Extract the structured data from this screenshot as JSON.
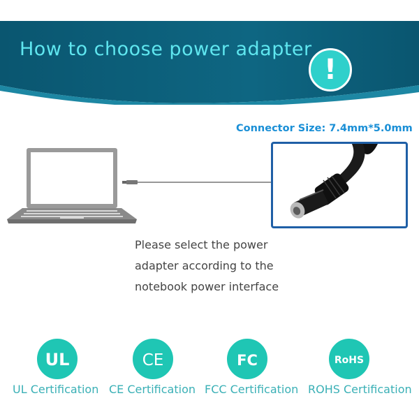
{
  "header": {
    "title": "How to choose power adapter",
    "warning_glyph": "!",
    "colors": {
      "banner_dark": "#0b5c73",
      "banner_light": "#1f8ba6",
      "title": "#5fe6ef",
      "accent": "#2fd0cb"
    }
  },
  "connector": {
    "label": "Connector Size: 7.4mm*5.0mm",
    "color": "#1a8fd6"
  },
  "description": {
    "lines": [
      "Please select the power",
      "adapter according to the",
      "notebook power interface"
    ]
  },
  "certifications": [
    {
      "icon": "ul-logo-icon",
      "mark": "UL",
      "label": "UL Certification"
    },
    {
      "icon": "ce-logo-icon",
      "mark": "CE",
      "label": "CE Certification"
    },
    {
      "icon": "fcc-logo-icon",
      "mark": "FC",
      "label": "FCC Certification"
    },
    {
      "icon": "rohs-logo-icon",
      "mark": "RoHS",
      "label": "ROHS Certification"
    }
  ],
  "cert_color": "#1fc6b4"
}
